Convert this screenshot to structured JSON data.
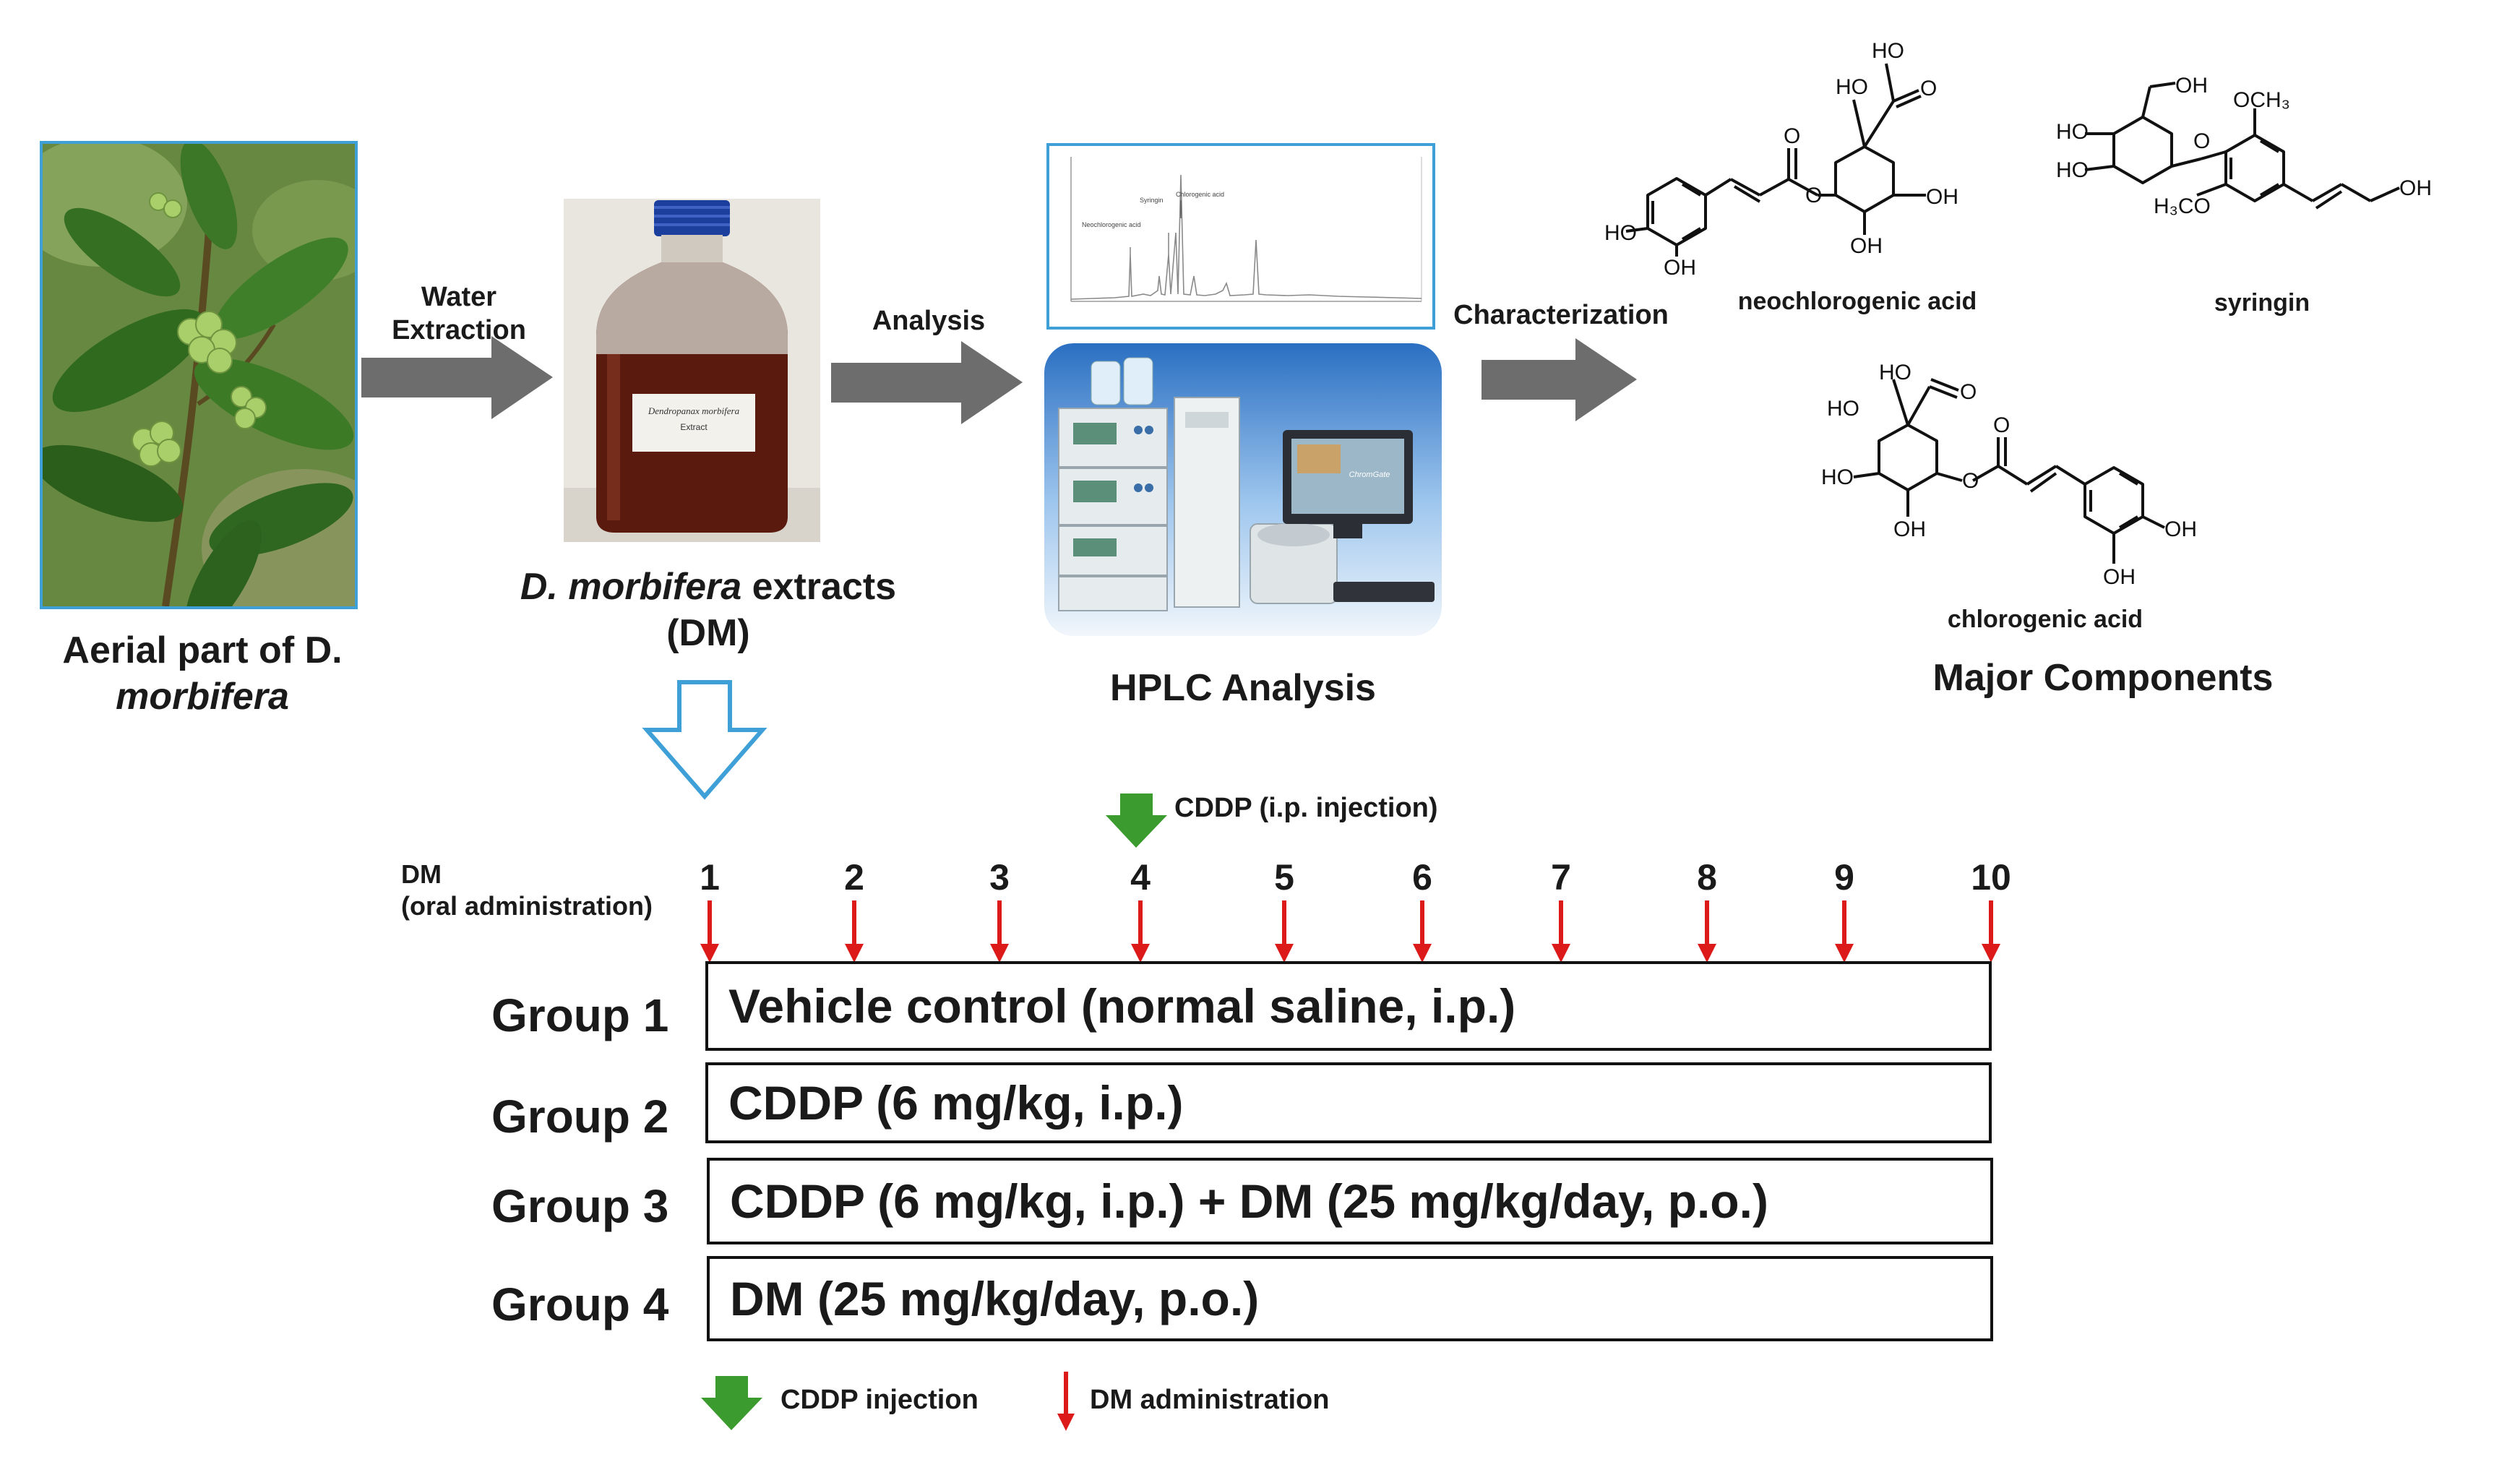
{
  "plant": {
    "caption_line1": "Aerial part of D.",
    "caption_line2": "morbifera"
  },
  "step1": {
    "arrow_line1": "Water",
    "arrow_line2": "Extraction"
  },
  "bottle": {
    "label_line1": "Dendropanax morbifera",
    "label_line2": "Extract"
  },
  "extract": {
    "caption_italic": "D. morbifera",
    "caption_rest": " extracts",
    "caption_line2": "(DM)"
  },
  "step2": {
    "arrow_label": "Analysis"
  },
  "hplc": {
    "caption": "HPLC Analysis",
    "peaks": [
      "Neochlorogenic acid",
      "Syringin",
      "Chlorogenic acid"
    ],
    "screen_text": "ChromGate"
  },
  "step3": {
    "arrow_label": "Characterization"
  },
  "compounds": {
    "caption": "Major Components",
    "items": [
      "neochlorogenic acid",
      "syringin",
      "chlorogenic acid"
    ]
  },
  "timeline": {
    "cddp_note": "CDDP (i.p. injection)",
    "dm_label_line1": "DM",
    "dm_label_line2": "(oral administration)",
    "days": [
      "1",
      "2",
      "3",
      "4",
      "5",
      "6",
      "7",
      "8",
      "9",
      "10"
    ],
    "cddp_day": "4"
  },
  "groups": [
    {
      "label": "Group 1",
      "text": "Vehicle control (normal saline, i.p.)"
    },
    {
      "label": "Group 2",
      "text": "CDDP (6 mg/kg, i.p.)"
    },
    {
      "label": "Group 3",
      "text": "CDDP (6 mg/kg, i.p.) + DM (25 mg/kg/day, p.o.)"
    },
    {
      "label": "Group 4",
      "text": "DM (25 mg/kg/day, p.o.)"
    }
  ],
  "legend": {
    "cddp": "CDDP injection",
    "dm": "DM administration"
  },
  "colors": {
    "frame_blue": "#3fa0d8",
    "gray_arrow": "#6d6d6d",
    "green_arrow": "#3b9b2e",
    "red_arrow": "#dd1a1a",
    "extract_brown": "#5a1a0e"
  }
}
